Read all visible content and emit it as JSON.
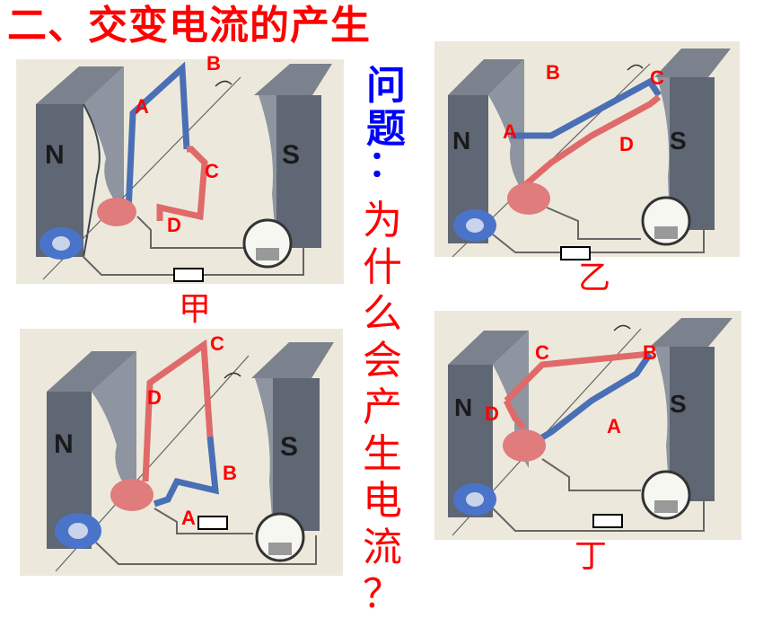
{
  "title": "二、交变电流的产生",
  "question": {
    "label": "问题",
    "colon": "：",
    "text": "为什么会产生电流？"
  },
  "panels": [
    {
      "id": "jia",
      "caption": "甲",
      "magnets": {
        "north": "N",
        "south": "S"
      },
      "labels": {
        "A": "A",
        "B": "B",
        "C": "C",
        "D": "D"
      }
    },
    {
      "id": "yi",
      "caption": "乙",
      "magnets": {
        "north": "N",
        "south": "S"
      },
      "labels": {
        "A": "A",
        "B": "B",
        "C": "C",
        "D": "D"
      }
    },
    {
      "id": "bing",
      "caption": "",
      "magnets": {
        "north": "N",
        "south": "S"
      },
      "labels": {
        "A": "A",
        "B": "B",
        "C": "C",
        "D": "D"
      }
    },
    {
      "id": "ding",
      "caption": "丁",
      "magnets": {
        "north": "N",
        "south": "S"
      },
      "labels": {
        "A": "A",
        "B": "B",
        "C": "C",
        "D": "D"
      }
    }
  ],
  "colors": {
    "title": "#ff0000",
    "question": "#0000ff",
    "why": "#ff0000",
    "wire_blue": "#4a6fb5",
    "wire_red": "#e06a6a",
    "magnet": "#5f6674",
    "label": "#ff0000"
  }
}
